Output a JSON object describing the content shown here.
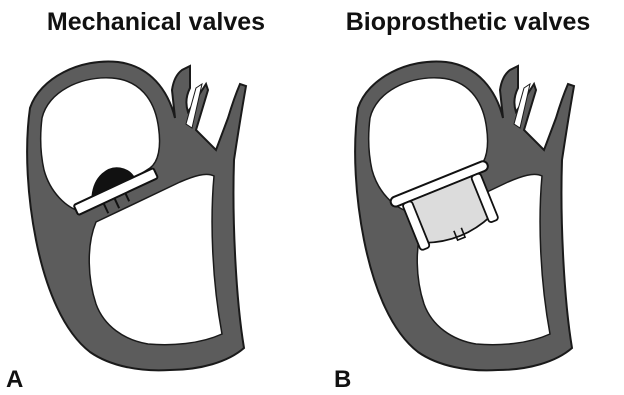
{
  "panels": [
    {
      "title": "Mechanical valves",
      "letter": "A"
    },
    {
      "title": "Bioprosthetic valves",
      "letter": "B"
    }
  ],
  "colors": {
    "myocardium": "#5c5c5c",
    "outline": "#1a1a1a",
    "chamber": "#ffffff",
    "mechanical_occluder": "#111111",
    "bioprosthetic_leaflet": "#dcdcdc"
  },
  "icons": {
    "panel_a_diagram": "heart-mechanical-valve-illustration",
    "panel_b_diagram": "heart-bioprosthetic-valve-illustration"
  }
}
